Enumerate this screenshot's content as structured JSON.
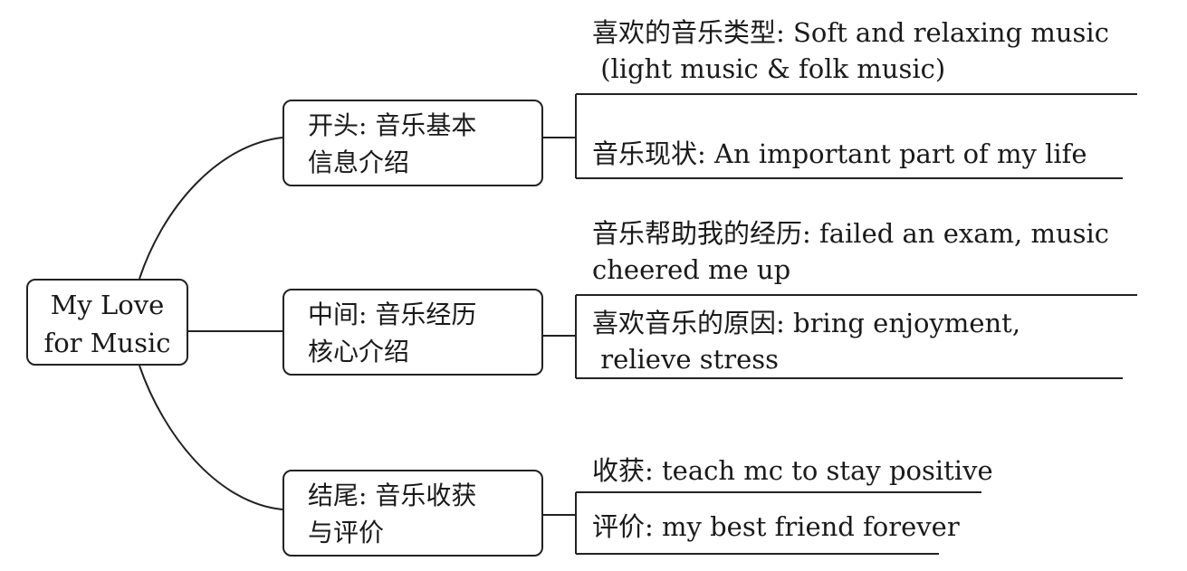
{
  "root": {
    "line1": "My Love",
    "line2": "for Music"
  },
  "branches": [
    {
      "line1": "开头: 音乐基本",
      "line2": "信息介绍",
      "leaves": [
        {
          "key": "喜欢的音乐类型",
          "value": ": Soft and relaxing music",
          "cont": " (light music & folk music)"
        },
        {
          "key": "音乐现状",
          "value": ": An important part of my life"
        }
      ]
    },
    {
      "line1": "中间: 音乐经历",
      "line2": "核心介绍",
      "leaves": [
        {
          "key": "音乐帮助我的经历",
          "value": ": failed an exam, music",
          "cont": "cheered me up"
        },
        {
          "key": "喜欢音乐的原因",
          "value": ": bring enjoyment,",
          "cont": " relieve stress"
        }
      ]
    },
    {
      "line1": "结尾: 音乐收获",
      "line2": "与评价",
      "leaves": [
        {
          "key": "收获",
          "value": ": teach mc to stay positive"
        },
        {
          "key": "评价",
          "value": ": my best friend forever"
        }
      ]
    }
  ]
}
